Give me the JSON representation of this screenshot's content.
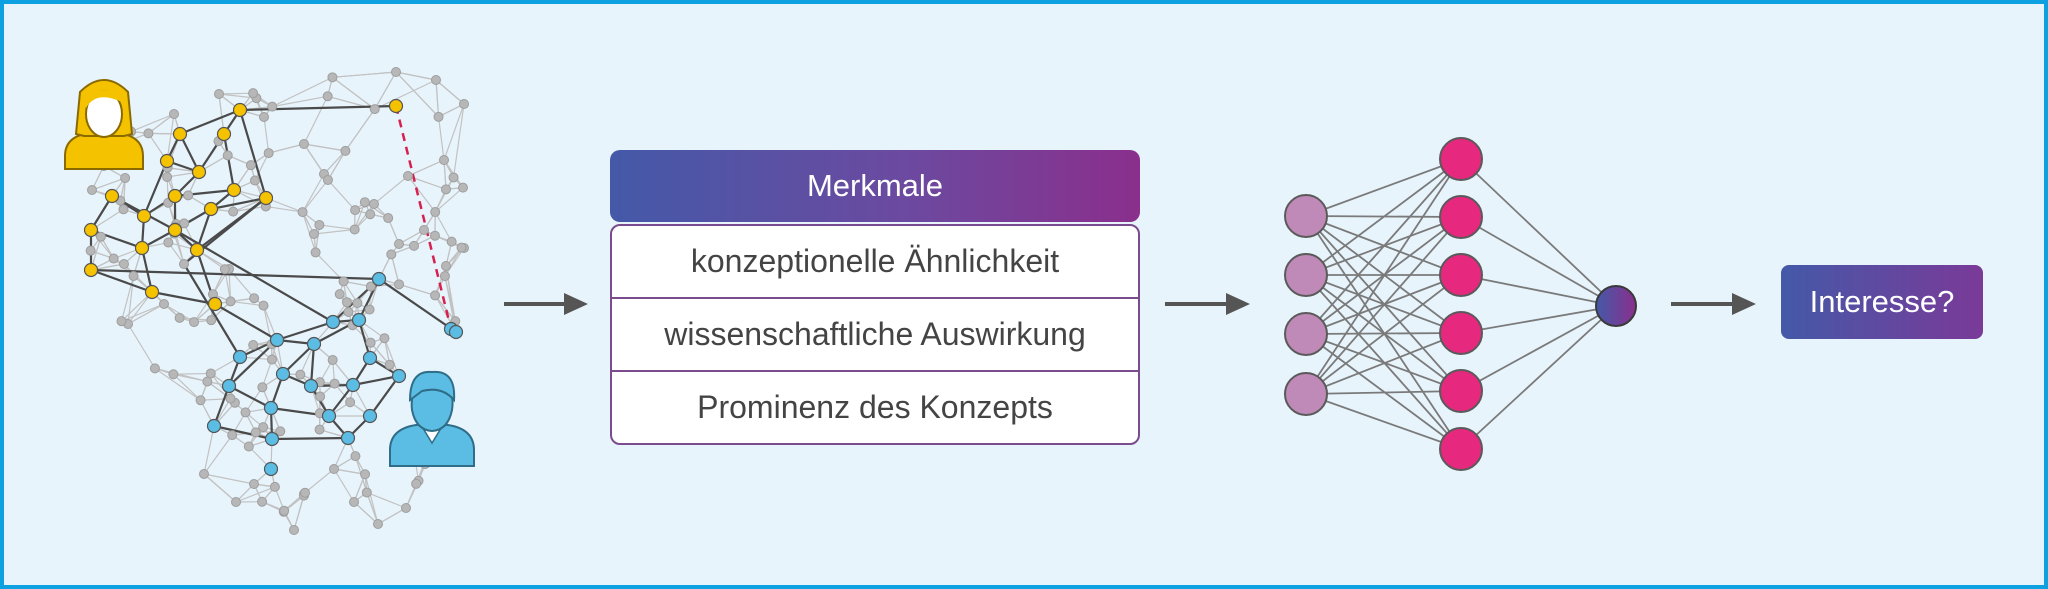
{
  "features": {
    "header": "Merkmale",
    "items": [
      "konzeptionelle Ähnlichkeit",
      "wissenschaftliche Auswirkung",
      "Prominenz des Konzepts"
    ]
  },
  "result": {
    "label": "Interesse?"
  },
  "icons": {
    "person_female": "female-user-icon",
    "person_male": "male-user-icon",
    "arrow": "arrow-right-icon"
  },
  "colors": {
    "border": "#0ea1e2",
    "background": "#e8f4fc",
    "yellow_nodes": "#f5c200",
    "blue_nodes": "#5bbde4",
    "gray_nodes": "#b7b7b7",
    "predicted_link": "#d6204e",
    "input_neurons": "#c08ab8",
    "hidden_neurons": "#e6287f",
    "gradient_start": "#4459a8",
    "gradient_end": "#8a2f8c"
  }
}
